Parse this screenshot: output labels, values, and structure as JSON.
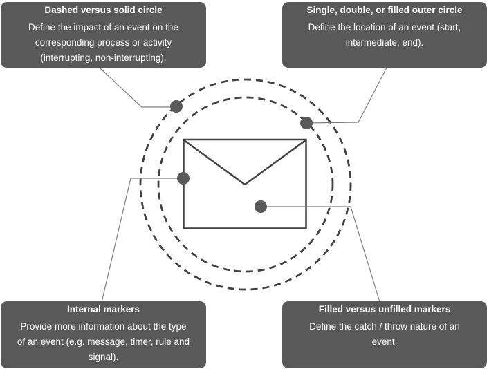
{
  "callouts": [
    {
      "title": "Dashed versus solid circle",
      "body": "Define the impact of an event on the\ncorresponding process or activity\n(interrupting, non-interrupting)."
    },
    {
      "title": "Single, double, or filled outer circle",
      "body": "Define the location of an event (start,\nintermediate, end)."
    },
    {
      "title": "Internal markers",
      "body": "Provide more information about the type\nof an event (e.g. message, timer, rule and\nsignal)."
    },
    {
      "title": "Filled versus unfilled markers",
      "body": "Define the catch / throw nature of an\nevent."
    }
  ],
  "icons": {
    "center_symbol": "envelope-icon",
    "pointer_marker": "dot-marker-icon"
  },
  "colors": {
    "callout_background": "#595959",
    "callout_text": "#ffffff",
    "shape_stroke": "#404040",
    "dot_fill": "#595959",
    "connector_line": "#7f7f7f",
    "page_background": "#ffffff"
  }
}
